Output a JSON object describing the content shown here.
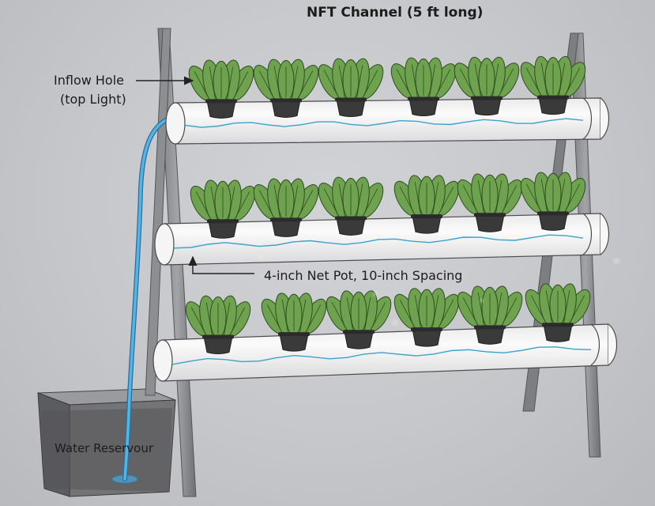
{
  "diagram": {
    "title": "NFT Channel (5 ft long)",
    "subject": "A-frame NFT hydroponic system with three PVC channels of lettuce plants",
    "annotations": {
      "inflow_hole": {
        "line1": "Inflow Hole",
        "line2": "(top Light)"
      },
      "net_pot": "4-inch Net Pot, 10-inch Spacing",
      "reservoir": "Water Reservour"
    },
    "channels": [
      {
        "name": "top-channel",
        "plants": 6
      },
      {
        "name": "middle-channel",
        "plants": 6
      },
      {
        "name": "bottom-channel",
        "plants": 6
      }
    ],
    "colors": {
      "leaf": "#6fa24e",
      "leaf_dark": "#4f7f34",
      "pot": "#3a3a3a",
      "pipe": "#f3f3f3",
      "water_line": "#3aa3c9",
      "hose": "#3c9fd6",
      "frame": "#8a8b8d",
      "reservoir": "#6b6c6e"
    }
  }
}
